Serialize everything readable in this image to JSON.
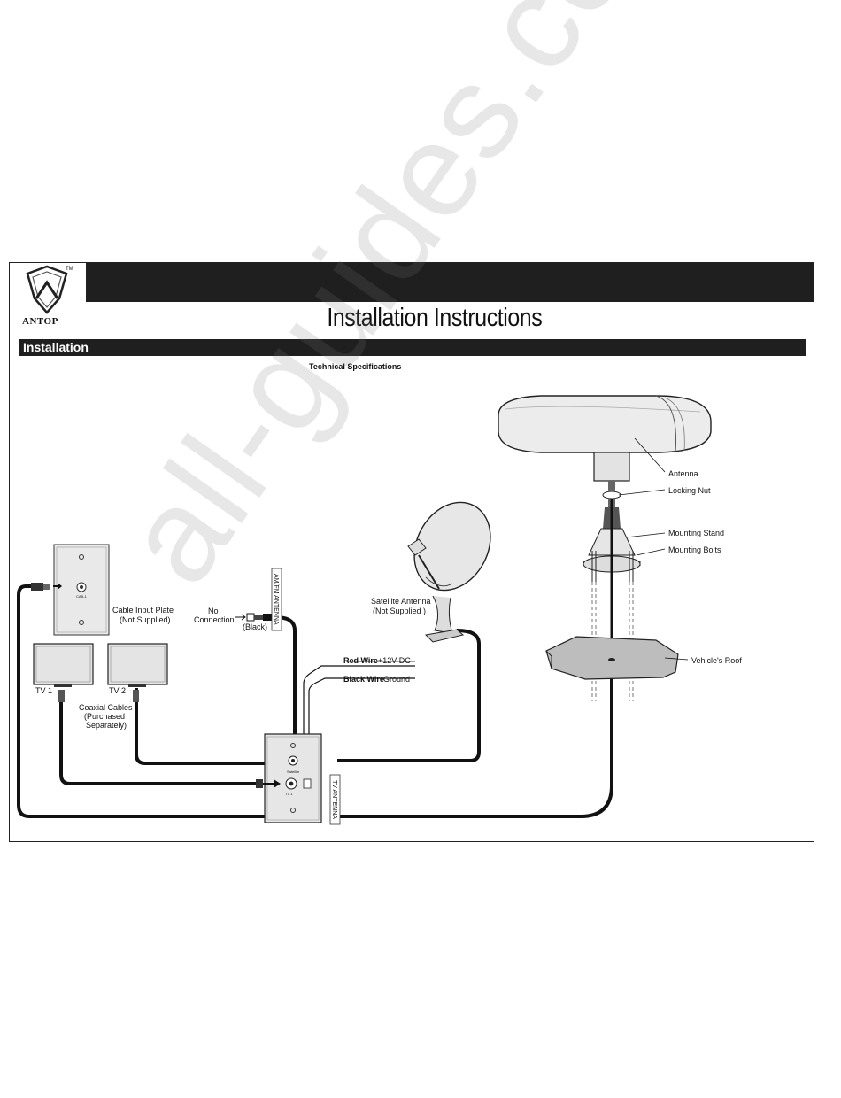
{
  "brand": {
    "name": "ANTOP",
    "trademark": "TM"
  },
  "header": {
    "title": "Installation Instructions"
  },
  "section": {
    "title": "Installation"
  },
  "diagram": {
    "subtitle": "Technical Specifications",
    "labels": {
      "antenna": "Antenna",
      "locking_nut": "Locking Nut",
      "mounting_stand": "Mounting Stand",
      "mounting_bolts": "Mounting Bolts",
      "vehicles_roof": "Vehicle's Roof",
      "satellite_antenna_1": "Satellite Antenna",
      "satellite_antenna_2": "(Not Supplied )",
      "cable_input_1": "Cable Input Plate",
      "cable_input_2": "(Not Supplied)",
      "no_connection_1": "No",
      "no_connection_2": "Connection",
      "black": "(Black)",
      "am_fm_antenna": "AM/FM ANTENNA",
      "tv_antenna": "TV ANTENNA",
      "red_wire": "Red Wire",
      "red_wire_value": "+12V DC",
      "black_wire": "Black Wire",
      "black_wire_value": "Ground",
      "tv1": "TV 1",
      "tv2": "TV 2",
      "coax_1": "Coaxial Cables",
      "coax_2": "(Purchased",
      "coax_3": "Separately)",
      "wallplate_satellite": "Satellite",
      "wallplate_tv1": "TV 1",
      "plate_cab": "CAB-1"
    }
  },
  "watermark": "all-guides.com"
}
